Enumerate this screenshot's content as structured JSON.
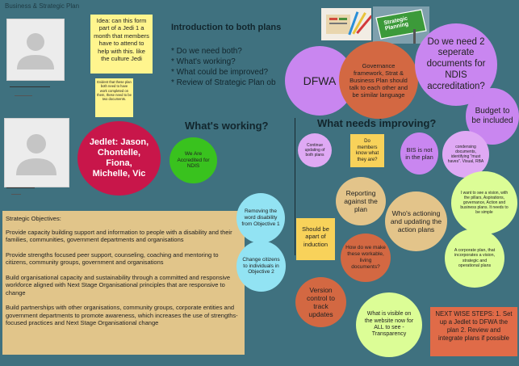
{
  "board": {
    "title": "Business & Strategic Plan"
  },
  "colors": {
    "background": "#3f717f",
    "crimson": "#c8164a",
    "green": "#39c21e",
    "purple": "#c986f0",
    "light_purple": "#dfa9f4",
    "orange": "#e06b48",
    "rust": "#d36842",
    "tan_circle": "#e3c48a",
    "light_blue": "#92e3f3",
    "light_green": "#dcfd96",
    "sticky_yellow": "#fff58e",
    "sticky_gold": "#f8d25a",
    "sticky_tan": "#e1c58a"
  },
  "stickies": {
    "idea": "Idea: can this form part of a Jedi 1 a month that members have to attend to help with this. like the culture Jedi",
    "evident": "Evident that these plan both need to have work completed on them, these need to be two documents.",
    "do_members_know": "Do members know what they are?",
    "part_of_induction": "Should be apart of induction",
    "next_steps": "NEXT WISE STEPS:   1. Set up a Jedlet to DFWA the plan        2. Review and integrate plans if possible"
  },
  "intro": {
    "title": "Introduction to both plans",
    "items": [
      "Do we need both?",
      "What's working?",
      "What could be improved?",
      "Review of Strategic Plan ob"
    ]
  },
  "headings": {
    "working": "What's working?",
    "improving": "What needs improving?"
  },
  "circles": {
    "dfwa": "DFWA",
    "governance": "Governance framework, Strat & Business Plan should talk to each other and be similar language",
    "two_docs": "Do we need 2 seperate documents for NDIS accreditation?",
    "budget": "Budget to be included",
    "jedlet": "Jedlet: Jason, Chontelle, Fiona, Michelle, Vic",
    "accredited": "We Are Accredited for NDIS",
    "continue_updating": "Continue updating of both plans",
    "bis": "BIS is not in the plan",
    "condensing": "condensing documents, identifying \"must haves\". Visual, RBA",
    "reporting": "Reporting against the plan",
    "whos_actioning": "Who's actioning and updating the action plans",
    "vision": "I want to see a vision, with the pillars, Aspirations, governance, Action and business plans. It needs to be simple",
    "removing": "Removing the word disability from Objective 1",
    "change_citizens": "Change citizens to individuals in Objective 2",
    "how_make": "How do we make these workable, living documents?",
    "corporate": "A corporate plan, that incorporates a vision, strategic and operational plans",
    "version_control": "Version control to track updates",
    "visible_website": "What is visible on the website now for ALL to see - Transparency"
  },
  "objectives": {
    "title": "Strategic Objectives:",
    "items": [
      "Provide capacity building support and information to people with a disability and their families, communities, government departments and organisations",
      "Provide strengths focused peer support, counseling, coaching and mentoring to citizens, community groups, government and organisations",
      "Build organisational capacity and sustainability through a committed and responsive workforce aligned with Next Stage Organisational principles that are responsive to change",
      "Build partnerships with other organisations, community groups, corporate entities and government departments to promote awareness, which increases the use of strengths-focused practices and Next Stage Organisational change"
    ]
  },
  "images": {
    "strategic_sign": "Strategic Planning"
  }
}
